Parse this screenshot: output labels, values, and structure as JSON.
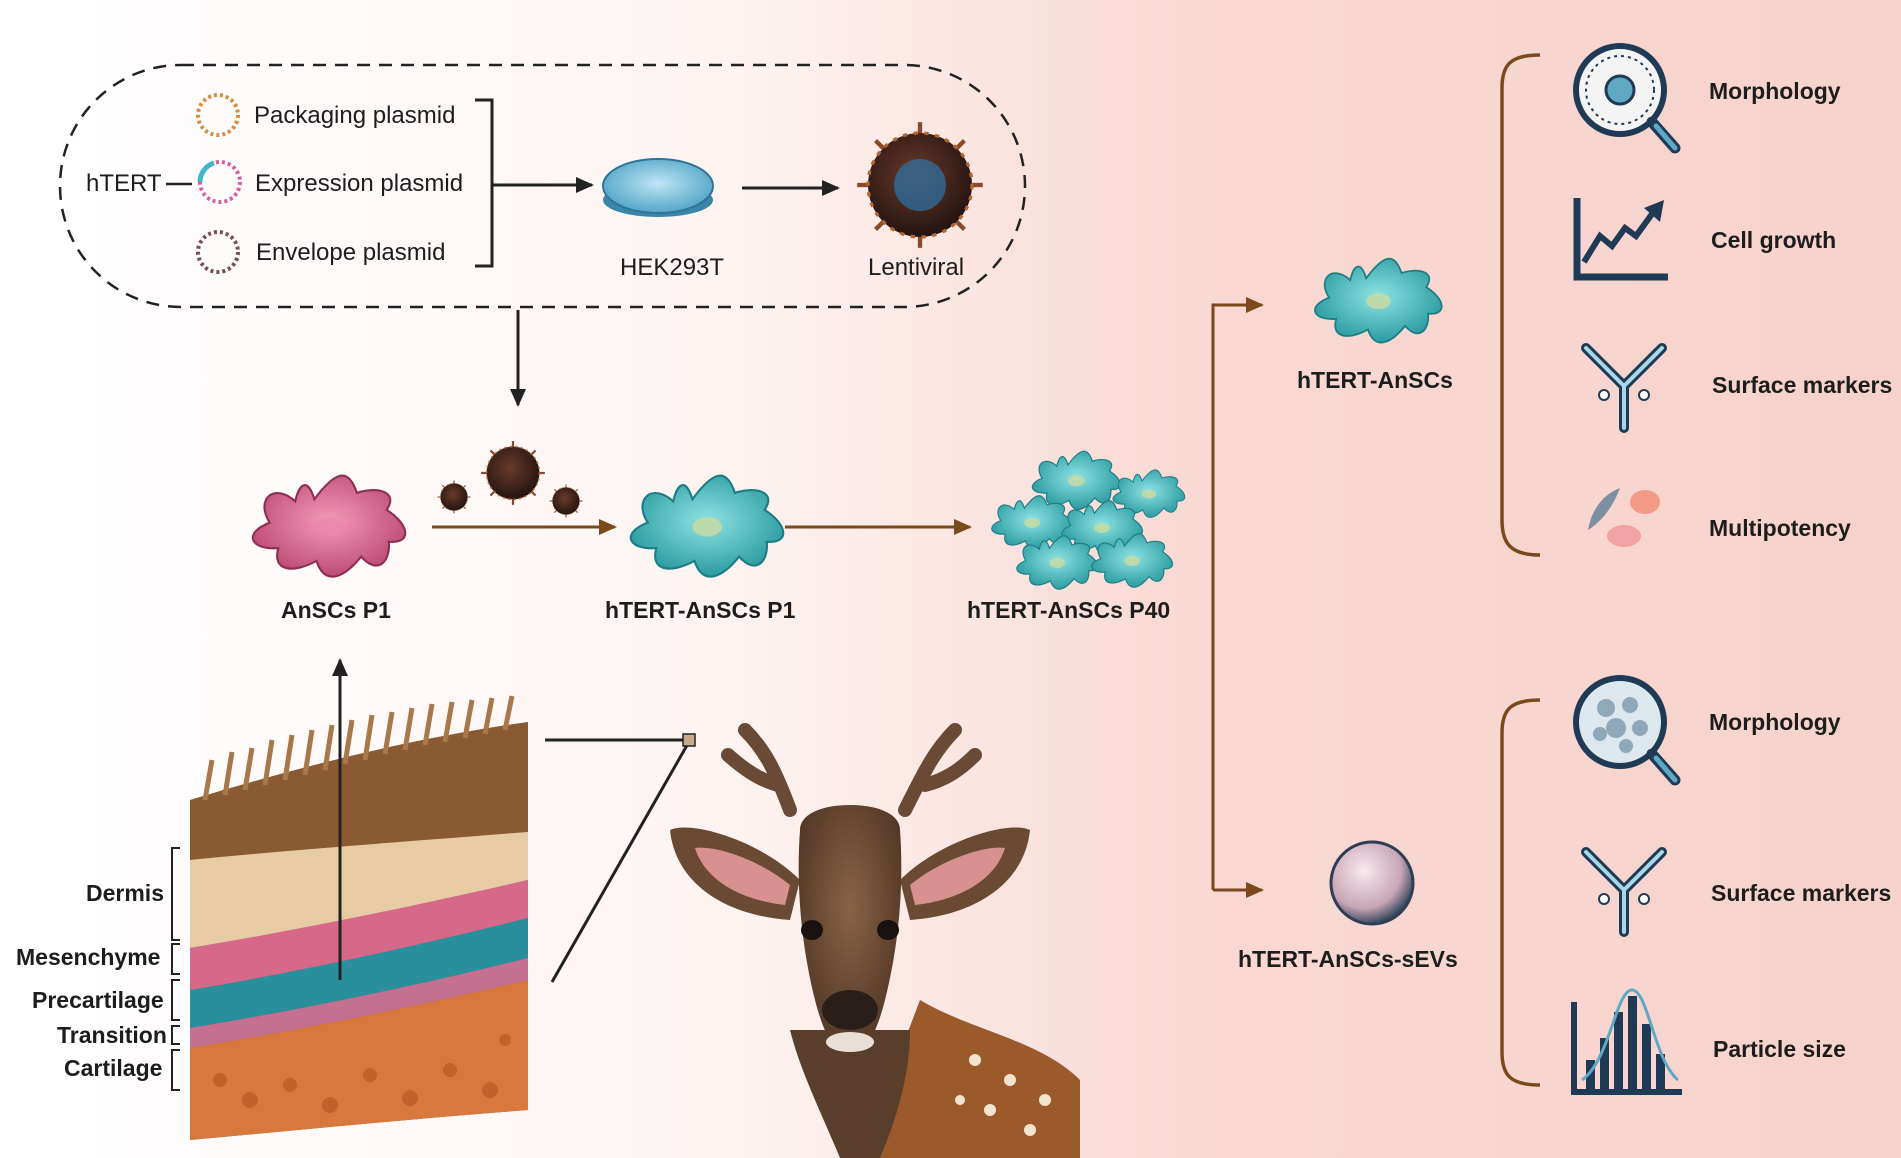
{
  "lentiviral_packaging": {
    "gene_label": "hTERT",
    "plasmids": [
      "Packaging plasmid",
      "Expression plasmid",
      "Envelope plasmid"
    ],
    "cell_line_label": "HEK293T",
    "virus_label": "Lentiviral"
  },
  "cell_progression": {
    "primary_label": "AnSCs P1",
    "transduced_label": "hTERT-AnSCs P1",
    "passaged_label": "hTERT-AnSCs P40"
  },
  "antler_tissue_layers": [
    "Dermis",
    "Mesenchyme",
    "Precartilage",
    "Transition",
    "Cartilage"
  ],
  "outputs": {
    "cells": {
      "label": "hTERT-AnSCs",
      "characterizations": [
        "Morphology",
        "Cell growth",
        "Surface markers",
        "Multipotency"
      ]
    },
    "vesicles": {
      "label": "hTERT-AnSCs-sEVs",
      "characterizations": [
        "Morphology",
        "Surface markers",
        "Particle size"
      ]
    }
  },
  "colors": {
    "flow_arrow": "#7a4a1c",
    "dark_arrow": "#222222",
    "primary_cell": "#cc5b86",
    "transduced_cell": "#3fb7b9",
    "icon_navy": "#1f3a55",
    "icon_teal": "#5fa9c4"
  }
}
